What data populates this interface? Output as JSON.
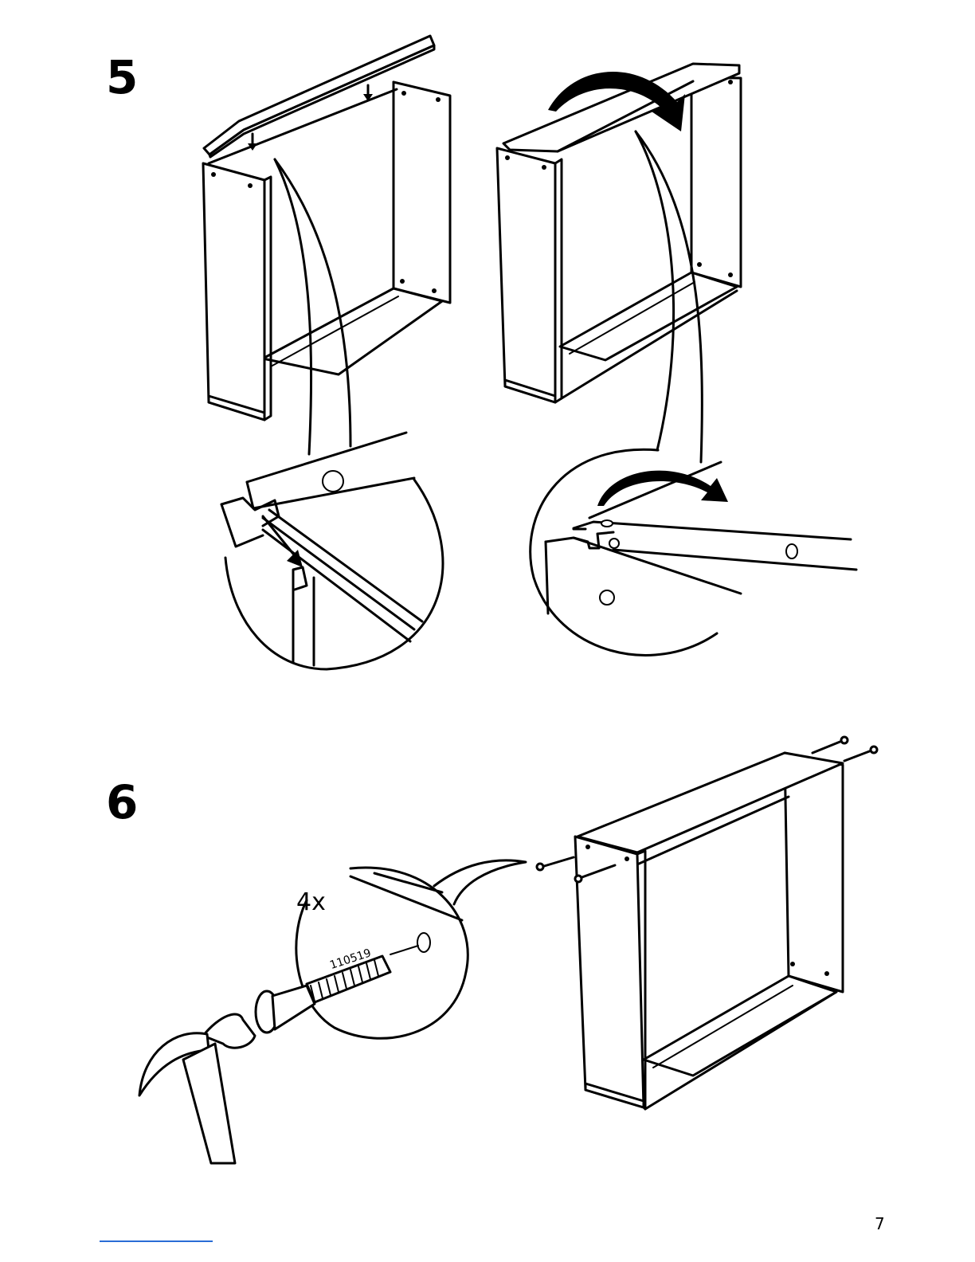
{
  "steps": [
    {
      "number": "5"
    },
    {
      "number": "6",
      "quantity": "4x",
      "part_number": "110519"
    }
  ],
  "page_number": "7",
  "icons": [
    "cabinet-carcass-illustration",
    "curved-arrow-icon",
    "detail-magnifier-circle",
    "hammer-icon",
    "wooden-dowel-icon",
    "screw-icon"
  ]
}
